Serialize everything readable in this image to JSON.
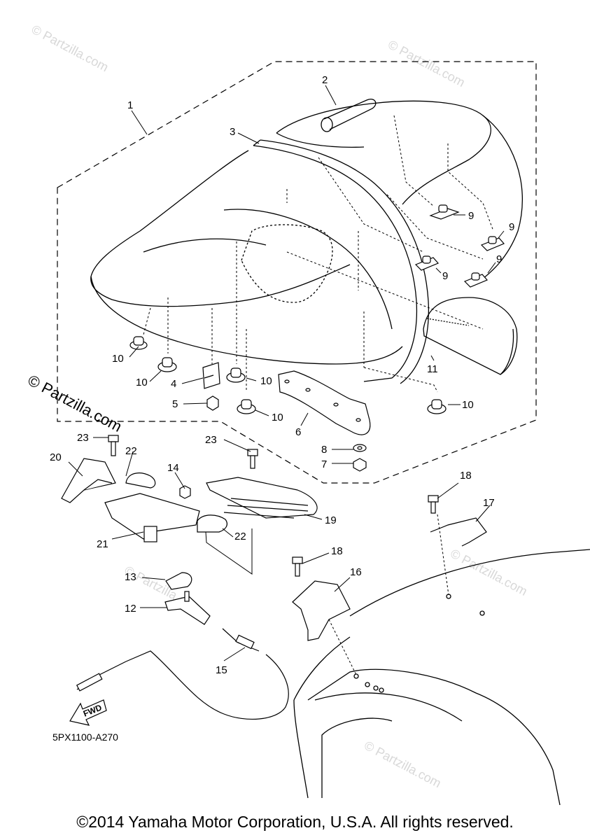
{
  "diagram": {
    "drawing_code": "5PX1100-A270",
    "fwd_label": "FWD",
    "watermark": "© Partzilla.com",
    "copyright": "©2014 Yamaha Motor Corporation, U.S.A. All rights reserved."
  },
  "callouts": [
    {
      "id": "c1",
      "label": "1"
    },
    {
      "id": "c2",
      "label": "2"
    },
    {
      "id": "c3",
      "label": "3"
    },
    {
      "id": "c4",
      "label": "4"
    },
    {
      "id": "c5",
      "label": "5"
    },
    {
      "id": "c6",
      "label": "6"
    },
    {
      "id": "c7",
      "label": "7"
    },
    {
      "id": "c8",
      "label": "8"
    },
    {
      "id": "c9a",
      "label": "9"
    },
    {
      "id": "c9b",
      "label": "9"
    },
    {
      "id": "c9c",
      "label": "9"
    },
    {
      "id": "c9d",
      "label": "9"
    },
    {
      "id": "c10a",
      "label": "10"
    },
    {
      "id": "c10b",
      "label": "10"
    },
    {
      "id": "c10c",
      "label": "10"
    },
    {
      "id": "c10d",
      "label": "10"
    },
    {
      "id": "c10e",
      "label": "10"
    },
    {
      "id": "c11",
      "label": "11"
    },
    {
      "id": "c12",
      "label": "12"
    },
    {
      "id": "c13",
      "label": "13"
    },
    {
      "id": "c14",
      "label": "14"
    },
    {
      "id": "c15",
      "label": "15"
    },
    {
      "id": "c16",
      "label": "16"
    },
    {
      "id": "c17",
      "label": "17"
    },
    {
      "id": "c18a",
      "label": "18"
    },
    {
      "id": "c18b",
      "label": "18"
    },
    {
      "id": "c19",
      "label": "19"
    },
    {
      "id": "c20",
      "label": "20"
    },
    {
      "id": "c21",
      "label": "21"
    },
    {
      "id": "c22a",
      "label": "22"
    },
    {
      "id": "c22b",
      "label": "22"
    },
    {
      "id": "c23a",
      "label": "23"
    },
    {
      "id": "c23b",
      "label": "23"
    }
  ]
}
